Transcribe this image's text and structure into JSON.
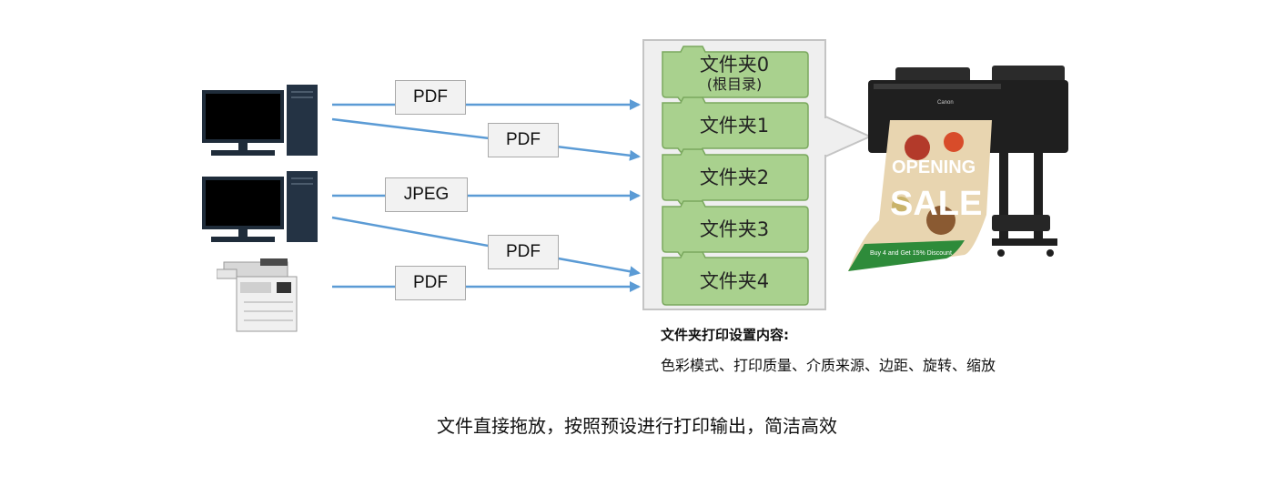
{
  "colors": {
    "arrow": "#5b9bd5",
    "folder_fill": "#a9d18e",
    "folder_stroke": "#7aa85e",
    "panel_fill": "#efefef"
  },
  "sources": [
    {
      "kind": "computer",
      "icon": "desktop-computer-icon"
    },
    {
      "kind": "computer",
      "icon": "desktop-computer-icon"
    },
    {
      "kind": "copier",
      "icon": "multifunction-copier-icon"
    }
  ],
  "file_labels": [
    "PDF",
    "PDF",
    "JPEG",
    "PDF",
    "PDF"
  ],
  "folders": [
    {
      "name": "文件夹0",
      "sub": "(根目录)"
    },
    {
      "name": "文件夹1"
    },
    {
      "name": "文件夹2"
    },
    {
      "name": "文件夹3"
    },
    {
      "name": "文件夹4"
    }
  ],
  "printer": {
    "icon": "large-format-printer-icon",
    "brand": "Canon",
    "poster_title_1": "OPENING",
    "poster_title_2": "SALE",
    "poster_banner": "Buy 4 and Get 15% Discount"
  },
  "settings": {
    "title": "文件夹打印设置内容:",
    "items": "色彩模式、打印质量、介质来源、边距、旋转、缩放"
  },
  "caption": "文件直接拖放，按照预设进行打印输出，简洁高效"
}
